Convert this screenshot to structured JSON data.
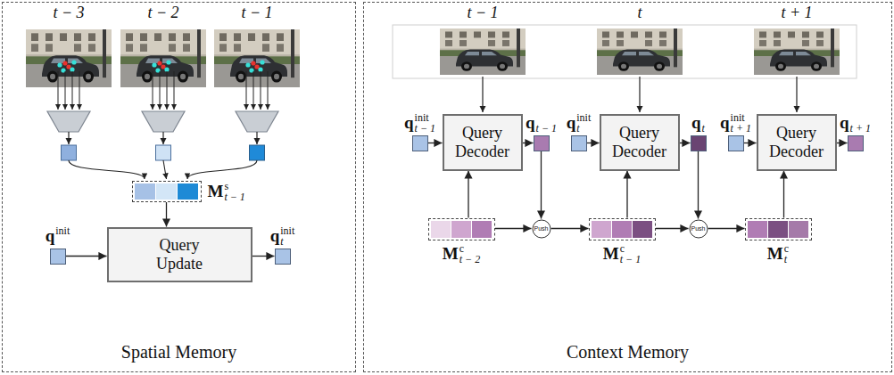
{
  "diagram": {
    "nodes": [
      {
        "text": [
          "Spatial Memory"
        ]
      },
      {
        "text": [
          "M",
          "s",
          "t − 1"
        ],
        "in": 0
      },
      {
        "text": [
          "q",
          "init"
        ],
        "in": 0
      },
      {
        "text": [
          "Query Update"
        ],
        "in": 0
      },
      {
        "text": [
          "q",
          "init",
          "t"
        ],
        "in": 0
      },
      {
        "text": [
          "Context Memory"
        ]
      },
      {
        "text": [
          "q",
          "init",
          "t − 1"
        ],
        "in": 5
      },
      {
        "text": [
          "Query Decoder"
        ],
        "in": 5
      },
      {
        "text": [
          "q",
          "t − 1"
        ],
        "in": 5
      },
      {
        "text": [
          "q",
          "init",
          "t"
        ],
        "in": 5
      },
      {
        "text": [
          "Query Decoder"
        ],
        "in": 5
      },
      {
        "text": [
          "q",
          "t"
        ],
        "in": 5
      },
      {
        "text": [
          "q",
          "init",
          "t + 1"
        ],
        "in": 5
      },
      {
        "text": [
          "Query Decoder"
        ],
        "in": 5
      },
      {
        "text": [
          "q",
          "t + 1"
        ],
        "in": 5
      },
      {
        "text": [
          "M",
          "c",
          "t − 2"
        ],
        "in": 5
      },
      {
        "text": [
          "Push"
        ],
        "in": 5
      },
      {
        "text": [
          "M",
          "c",
          "t − 1"
        ],
        "in": 5
      },
      {
        "text": [
          "Push"
        ],
        "in": 5
      },
      {
        "text": [
          "M",
          "c",
          "t"
        ],
        "in": 5
      }
    ],
    "edges": [
      {
        "from": 1,
        "to": 3,
        "arrow": "to"
      },
      {
        "from": 2,
        "to": 3,
        "arrow": "to"
      },
      {
        "from": 3,
        "to": 4,
        "arrow": "to"
      },
      {
        "from": 6,
        "to": 7,
        "arrow": "to"
      },
      {
        "from": 7,
        "to": 8,
        "arrow": "to"
      },
      {
        "from": 15,
        "to": 7,
        "arrow": "to"
      },
      {
        "from": 8,
        "to": 16,
        "arrow": "to"
      },
      {
        "from": 15,
        "to": 16,
        "arrow": "to"
      },
      {
        "from": 16,
        "to": 17,
        "arrow": "to"
      },
      {
        "from": 9,
        "to": 10,
        "arrow": "to"
      },
      {
        "from": 10,
        "to": 11,
        "arrow": "to"
      },
      {
        "from": 17,
        "to": 10,
        "arrow": "to"
      },
      {
        "from": 11,
        "to": 18,
        "arrow": "to"
      },
      {
        "from": 17,
        "to": 18,
        "arrow": "to"
      },
      {
        "from": 18,
        "to": 19,
        "arrow": "to"
      },
      {
        "from": 12,
        "to": 13,
        "arrow": "to"
      },
      {
        "from": 13,
        "to": 14,
        "arrow": "to"
      },
      {
        "from": 19,
        "to": 13,
        "arrow": "to"
      }
    ],
    "labels": [
      "t − 3",
      "t − 2",
      "t − 1",
      "t − 1",
      "t",
      "t + 1"
    ]
  }
}
